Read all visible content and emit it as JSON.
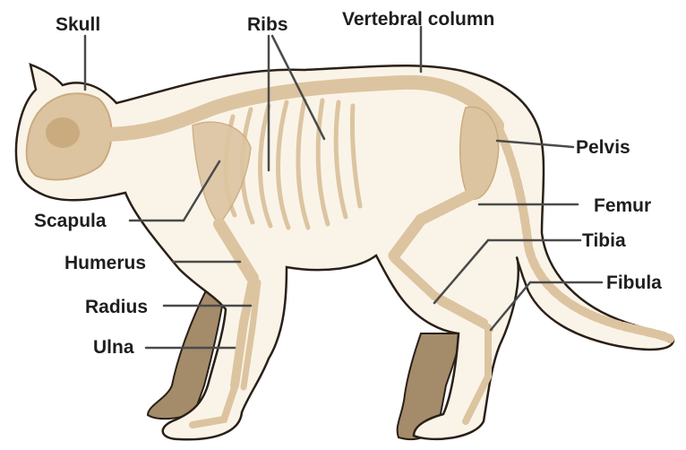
{
  "labels": {
    "skull": "Skull",
    "ribs": "Ribs",
    "vertebral_column": "Vertebral column",
    "pelvis": "Pelvis",
    "femur": "Femur",
    "tibia": "Tibia",
    "fibula": "Fibula",
    "scapula": "Scapula",
    "humerus": "Humerus",
    "radius": "Radius",
    "ulna": "Ulna"
  },
  "colors": {
    "body_fill": "#faf4e8",
    "outline": "#2a2018",
    "bone": "#dcc4a0",
    "bone_dark": "#c9ab7f",
    "far_leg": "#a48b6a",
    "leader": "#4a4a4a",
    "label": "#1e1e1e"
  }
}
